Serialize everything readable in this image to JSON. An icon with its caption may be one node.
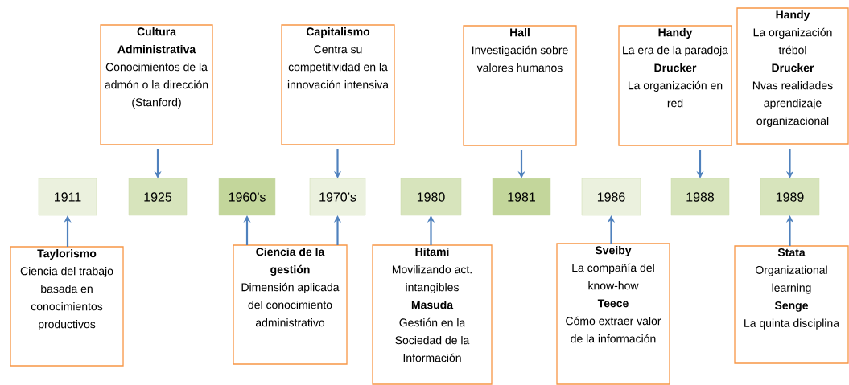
{
  "diagram": {
    "nodes": [
      {
        "text": [
          "1911"
        ]
      },
      {
        "text": [
          "1925"
        ]
      },
      {
        "text": [
          "1960’s"
        ]
      },
      {
        "text": [
          "1970’s"
        ]
      },
      {
        "text": [
          "1980"
        ]
      },
      {
        "text": [
          "1981"
        ]
      },
      {
        "text": [
          "1986"
        ]
      },
      {
        "text": [
          "1988"
        ]
      },
      {
        "text": [
          "1989"
        ]
      },
      {
        "text": [
          "Cultura Administrativa",
          "Conocimientos de la admón o la dirección (Stanford)"
        ]
      },
      {
        "text": [
          "Capitalismo",
          "Centra su competitividad en la innovación intensiva"
        ]
      },
      {
        "text": [
          "Hall",
          "Investigación sobre valores humanos"
        ]
      },
      {
        "text": [
          "Handy",
          "La era de la paradoja",
          "Drucker",
          "La organización en red"
        ]
      },
      {
        "text": [
          "Handy",
          "La organización trébol",
          "Drucker",
          "Nvas realidades aprendizaje organizacional"
        ]
      },
      {
        "text": [
          "Taylorismo",
          "Ciencia del trabajo basada en conocimientos productivos"
        ]
      },
      {
        "text": [
          "Ciencia de la gestión",
          "Dimensión aplicada del conocimiento administrativo"
        ]
      },
      {
        "text": [
          "Hitami",
          "Movilizando act. intangibles",
          "Masuda",
          "Gestión en la Sociedad de la Información"
        ]
      },
      {
        "text": [
          "Sveiby",
          "La compañía del know-how",
          "Teece",
          "Cómo extraer valor de la información"
        ]
      },
      {
        "text": [
          "Stata",
          "Organizational learning",
          "Senge",
          "La quinta disciplina"
        ]
      }
    ],
    "edges": [
      {
        "from": 9,
        "to": 1,
        "arrow": "to"
      },
      {
        "from": 10,
        "to": 3,
        "arrow": "to"
      },
      {
        "from": 11,
        "to": 5,
        "arrow": "to"
      },
      {
        "from": 12,
        "to": 7,
        "arrow": "to"
      },
      {
        "from": 13,
        "to": 8,
        "arrow": "to"
      },
      {
        "from": 14,
        "to": 0,
        "arrow": "to"
      },
      {
        "from": 15,
        "to": 2,
        "arrow": "to"
      },
      {
        "from": 15,
        "to": 3,
        "arrow": "to"
      },
      {
        "from": 16,
        "to": 4,
        "arrow": "to"
      },
      {
        "from": 17,
        "to": 6,
        "arrow": "to"
      },
      {
        "from": 18,
        "to": 8,
        "arrow": "to"
      }
    ]
  }
}
